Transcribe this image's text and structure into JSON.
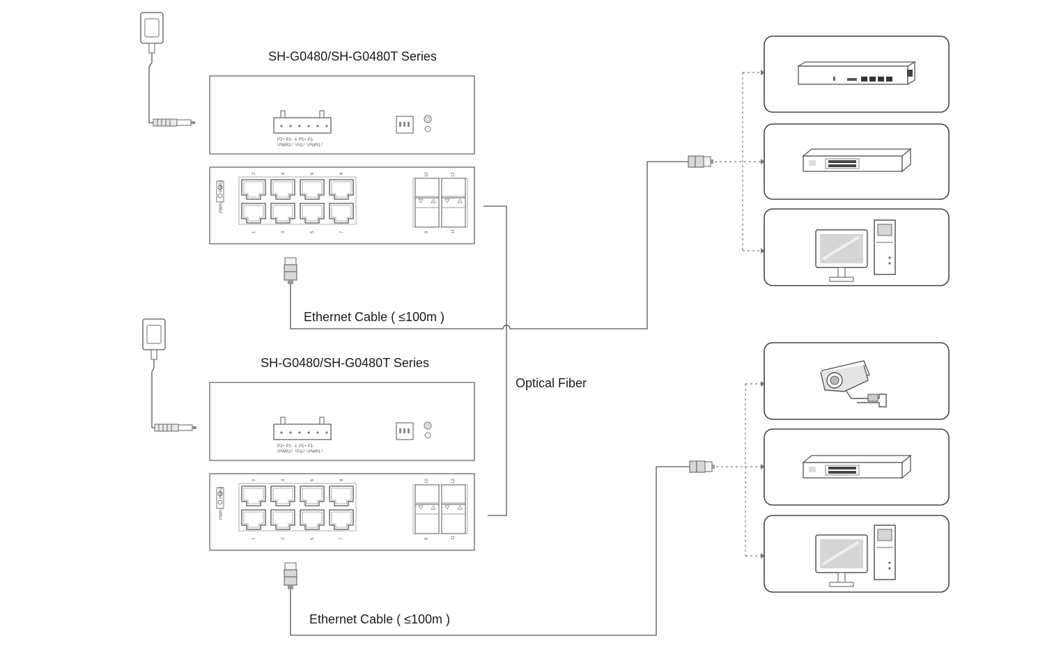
{
  "labels": {
    "top_switch_title": "SH-G0480/SH-G0480T Series",
    "bottom_switch_title": "SH-G0480/SH-G0480T Series",
    "top_cable": "Ethernet Cable ( ≤100m )",
    "bottom_cable": "Ethernet Cable ( ≤100m )",
    "optical_fiber": "Optical Fiber"
  },
  "terminal_labels": {
    "line1": "P2+ P2-  ⏚  P1+ P1-",
    "line2": "└PWR2┘└FG┘└PWR1┘"
  },
  "port_numbers": {
    "top_row": [
      "2",
      "4",
      "6",
      "8"
    ],
    "bottom_row": [
      "1",
      "3",
      "5",
      "7"
    ],
    "sfp_top": [
      "10",
      "12"
    ],
    "sfp_bottom": [
      "9",
      "11"
    ]
  },
  "led_labels": [
    "PWR1",
    "PWR2"
  ],
  "devices_top": [
    "router-icon",
    "switch-icon",
    "computer-icon"
  ],
  "devices_bottom": [
    "camera-icon",
    "switch-icon",
    "computer-icon"
  ],
  "colors": {
    "line": "#555555",
    "box_border": "#444444",
    "device_gray": "#d6d6d6"
  }
}
